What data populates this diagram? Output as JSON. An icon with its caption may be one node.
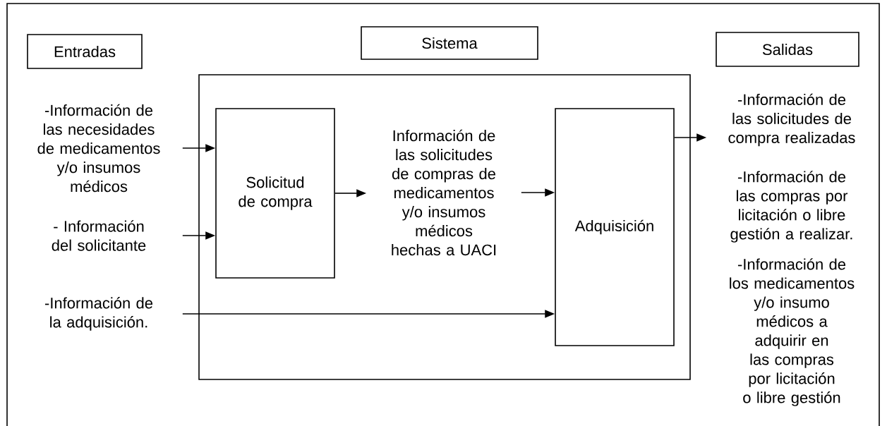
{
  "diagram": {
    "nodes": [
      {
        "text": [
          "Entradas"
        ]
      },
      {
        "text": [
          "Sistema"
        ]
      },
      {
        "text": [
          "Salidas"
        ]
      },
      {
        "text": [
          "-Información de las necesidades de medicamentos y/o insumos médicos"
        ]
      },
      {
        "text": [
          "- Información del solicitante"
        ]
      },
      {
        "text": [
          "-Información de la adquisición."
        ]
      },
      {
        "text": [],
        "shape": "box"
      },
      {
        "text": [
          "Solicitud de compra"
        ],
        "in": 6
      },
      {
        "text": [
          "Información de las solicitudes de compras de medicamentos y/o insumos médicos hechas a UACI"
        ],
        "in": 6
      },
      {
        "text": [
          "Adquisición"
        ],
        "in": 6
      },
      {
        "text": [
          "-Información de las solicitudes de compra realizadas"
        ]
      }
    ],
    "edges": [
      {
        "from": 3,
        "to": 7,
        "arrow": "to"
      },
      {
        "from": 4,
        "to": 7,
        "arrow": "to"
      },
      {
        "from": 5,
        "to": 9,
        "arrow": "to"
      },
      {
        "from": 7,
        "to": 8,
        "arrow": "to"
      },
      {
        "from": 8,
        "to": 9,
        "arrow": "to"
      },
      {
        "from": 9,
        "to": 10,
        "arrow": "to"
      }
    ],
    "labels": [
      "-Información de las compras por licitación o libre gestión a realizar.",
      "-Información de los medicamentos y/o insumo médicos a adquirir en las compras por licitación o libre gestión"
    ]
  }
}
